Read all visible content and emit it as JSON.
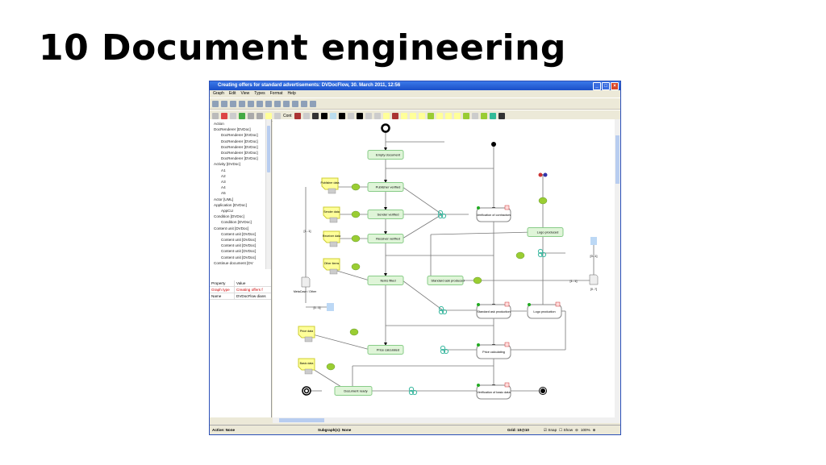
{
  "slide": {
    "title": "10 Document engineering"
  },
  "window": {
    "title": "Creating offers for standard advertisements: DVDocFlow, 30. March 2011, 12:56",
    "menu": [
      "Graph",
      "Edit",
      "View",
      "Types",
      "Format",
      "Help"
    ],
    "toolbar2_label": "Cont"
  },
  "tree": [
    "Action",
    "DocRenderer [DVDoc]",
    "DocRenderer [DVDoc]",
    "DocRenderer [DVDoc]",
    "DocRenderer [DVDoc]",
    "DocRenderer [DVDoc]",
    "DocRenderer [DVDoc]",
    "Activity [DVDoc]",
    "A1",
    "A2",
    "A3",
    "A4",
    "A5",
    "Actor [UML]",
    "Application [DVDoc]",
    "AppCLI",
    "Condition [DVDoc]",
    "Condition [DVDoc]",
    "Content unit [DVDoc]",
    "Content unit [DVDoc]",
    "Content unit [DVDoc]",
    "Content unit [DVDoc]",
    "Content unit [DVDoc]",
    "Content unit [DVDoc]",
    "Continue document [DV"
  ],
  "properties": {
    "headers": [
      "Property",
      "Value"
    ],
    "rows": [
      [
        "Graph type",
        "Creating offers f"
      ],
      [
        "Name",
        "DVDocFlow dians"
      ]
    ]
  },
  "diagram": {
    "states": {
      "empty": "Empty document",
      "publisher": "Publisher verified",
      "sender": "Sender verified",
      "receiver": "Receiver verified",
      "items": "Items filled",
      "stdask": "Standard ask produced",
      "price": "Price calculated",
      "ready": "Document ready",
      "logo": "Logo produced"
    },
    "activities": {
      "verif_contr": "Verification of contractors",
      "stdprod": "Standard ask production",
      "logoprod": "Logo production",
      "pricecalc": "Price calculating",
      "verif_basic": "Verification of basic data"
    },
    "notes": {
      "pub": "Publisher data",
      "snd": "Sender data",
      "rcv": "Receiver data",
      "oth": "Other items",
      "prc": "Price data",
      "bas": "Basic data"
    },
    "doc_label": "MetaCase / Other",
    "range1": "[1..1]",
    "range2": "[1..1]",
    "range3": "[0..1]",
    "range4": "[1..1]",
    "doc2_label": "[0..?]"
  },
  "status": {
    "active": "Active: None",
    "subgraph": "Subgraph(s): None",
    "grid": "Grid: 10@10",
    "snap": "Snap",
    "show": "Show",
    "zoom": "100%",
    "snap_checked": true,
    "show_checked": false
  },
  "colors": {
    "state_fill": "#dff5d8",
    "note_fill": "#ffff99",
    "gear": "#9acd32",
    "junction": "#3cb8a0",
    "titlebar": "#1b4fc8"
  }
}
